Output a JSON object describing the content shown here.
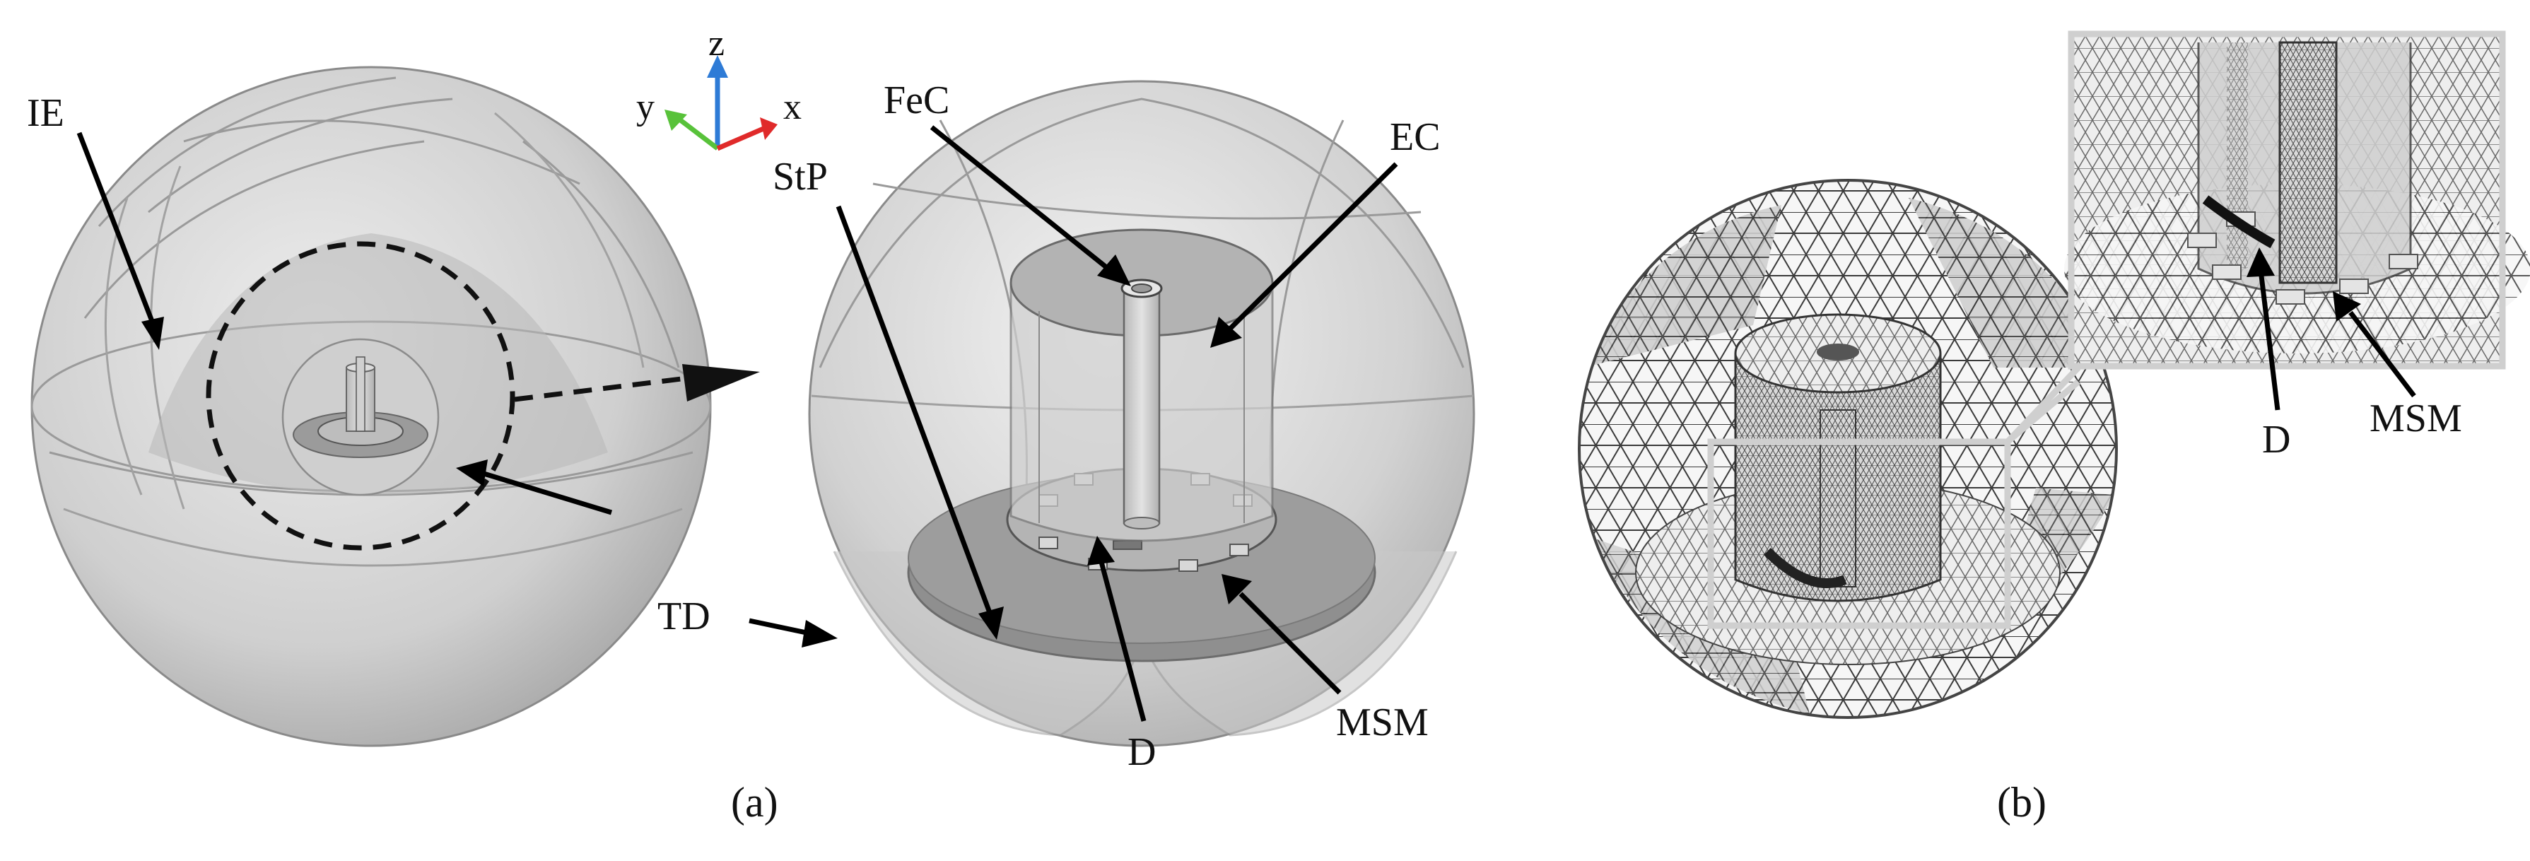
{
  "figure": {
    "panel_a": {
      "caption": "(a)",
      "axes": {
        "z": "z",
        "y": "y",
        "x": "x"
      },
      "labels": {
        "ie": "IE",
        "td": "TD",
        "stp": "StP",
        "fec": "FeC",
        "ec": "EC",
        "d": "D",
        "msm": "MSM"
      }
    },
    "panel_b": {
      "caption": "(b)",
      "labels": {
        "d": "D",
        "msm": "MSM"
      }
    },
    "colors": {
      "axis_z": "#2e7bd6",
      "axis_y": "#58c23a",
      "axis_x": "#e02a2a",
      "sphere_fill": "#d6d6d6",
      "dark_fill": "#8f8f8f",
      "mesh_line": "#3a3a3a"
    }
  }
}
